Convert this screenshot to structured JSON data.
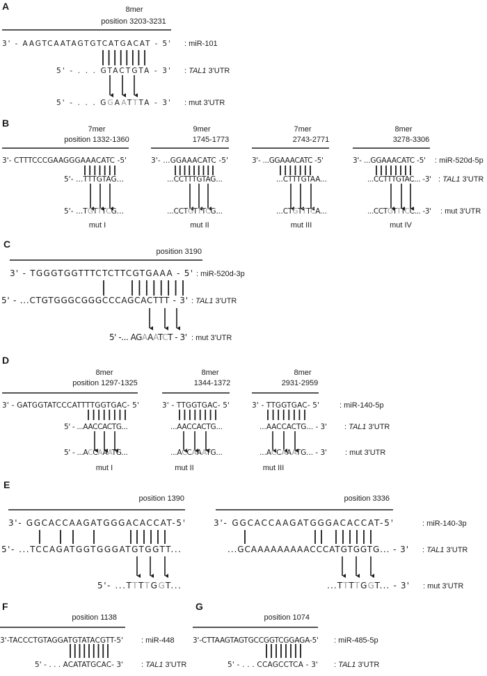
{
  "labels": {
    "colon": ":",
    "gene": "TAL1",
    "utr": "3'UTR",
    "mut": ": mut 3'UTR"
  },
  "A": {
    "panel": "A",
    "seed": "8mer",
    "position": "position 3203-3231",
    "mirna_seq": "3' - AAGTCAATAGTGTCATGACAT - 5'",
    "mirna": ": miR-101",
    "utr_seq": "5' - . . .  GTACTGTA - 3'",
    "mut_seq": [
      "5' - . . .  G",
      "G",
      "A",
      "A",
      "T",
      "T",
      "TA - 3'"
    ]
  },
  "B": {
    "panel": "B",
    "mirna": ": miR-520d-5p",
    "sites": [
      {
        "seed": "7mer",
        "position": "position 1332-1360",
        "mirna_seq": "3'- CTTTCCCGAAGGGAAACATC -5'",
        "utr_seq": "5'- ...TTTGTAG...",
        "mut_seq": [
          "5'- ...T",
          "G",
          "T",
          "T",
          "T",
          "C",
          "G..."
        ],
        "mut_label": "mut I"
      },
      {
        "seed": "9mer",
        "position": "1745-1773",
        "mirna_seq": "3'- ...GGAAACATC -5'",
        "utr_seq": "...CCTTTGTAG...",
        "mut_seq": [
          "...CCT",
          "G",
          "T",
          "T",
          "T",
          "C",
          "G..."
        ],
        "mut_label": "mut II"
      },
      {
        "seed": "7mer",
        "position": "2743-2771",
        "mirna_seq": "3'- ...GGAAACATC -5'",
        "utr_seq": "...CTTTGTAA...",
        "mut_seq": [
          "...CT",
          "G",
          "T",
          "T",
          "T",
          "C",
          "A..."
        ],
        "mut_label": "mut III"
      },
      {
        "seed": "8mer",
        "position": "3278-3306",
        "mirna_seq": "3'- ...GGAAACATC -5'",
        "utr_seq": "...CCTTTGTAC...  -3'",
        "mut_seq": [
          "...CCT",
          "G",
          "T",
          "T",
          "T",
          "C",
          "C...  -3'"
        ],
        "mut_label": "mut IV"
      }
    ]
  },
  "C": {
    "panel": "C",
    "position": "position 3190",
    "mirna_seq": "3' - TGGGTGGTTTCTCTTCGTGAAA - 5'",
    "mirna": ": miR-520d-3p",
    "utr_seq": "5' - ...CTGTGGGCGGGCCCAGCACTTT - 3'",
    "mut_seq": [
      "5' -... AG",
      "A",
      "A",
      "A",
      "T",
      "C",
      "T - 3'"
    ]
  },
  "D": {
    "panel": "D",
    "mirna": ": miR-140-5p",
    "sites": [
      {
        "seed": "8mer",
        "position": "position 1297-1325",
        "mirna_seq": "3' - GATGGTATCCCATTTTGGTGAC- 5'",
        "utr_seq": "5' - ...AACCACTG...",
        "mut_seq": [
          "5' - ...A",
          "C",
          "C",
          "A",
          "A",
          "A",
          "TG..."
        ],
        "mut_label": "mut I"
      },
      {
        "seed": "8mer",
        "position": "1344-1372",
        "mirna_seq": "3' - TTGGTGAC- 5'",
        "utr_seq": "...AACCACTG...",
        "mut_seq": [
          "...A",
          "C",
          "C",
          "A",
          "A",
          "A",
          "TG..."
        ],
        "mut_label": "mut II"
      },
      {
        "seed": "8mer",
        "position": "2931-2959",
        "mirna_seq": "3' - TTGGTGAC- 5'",
        "utr_seq": "...AACCACTG...  - 3'",
        "mut_seq": [
          "...A",
          "C",
          "C",
          "A",
          "A",
          "A",
          "TG...  - 3'"
        ],
        "mut_label": "mut III"
      }
    ]
  },
  "E": {
    "panel": "E",
    "mirna": ": miR-140-3p",
    "sites": [
      {
        "position": "position 1390",
        "mirna_seq": "3'- GGCACCAAGATGGGACACCAT-5'",
        "utr_seq": "5'- ...TCCAGATGGTGGGATGTGGTT...",
        "mut_seq": [
          "5'- ...T",
          "T",
          "T",
          "T",
          "G",
          "G",
          "T..."
        ]
      },
      {
        "position": "position 3336",
        "mirna_seq": "3'- GGCACCAAGATGGGACACCAT-5'",
        "utr_seq": "...GCAAAAAAAAACCCATGTGGTG...  - 3'",
        "mut_seq": [
          "...T",
          "T",
          "T",
          "T",
          "G",
          "G",
          "T...  - 3'"
        ]
      }
    ]
  },
  "F": {
    "panel": "F",
    "position": "position 1138",
    "mirna_seq": "3'-TACCCTGTAGGATGTATACGTT-5'",
    "mirna": ": miR-448",
    "utr_seq": "5' -  . . .  ACATATGCAC- 3'"
  },
  "G": {
    "panel": "G",
    "position": "position 1074",
    "mirna_seq": "3'-CTTAAGTAGTGCCGGTCGGAGA-5'",
    "mirna": ": miR-485-5p",
    "utr_seq": "5' -  . . .  CCAGCCTCA - 3'"
  }
}
